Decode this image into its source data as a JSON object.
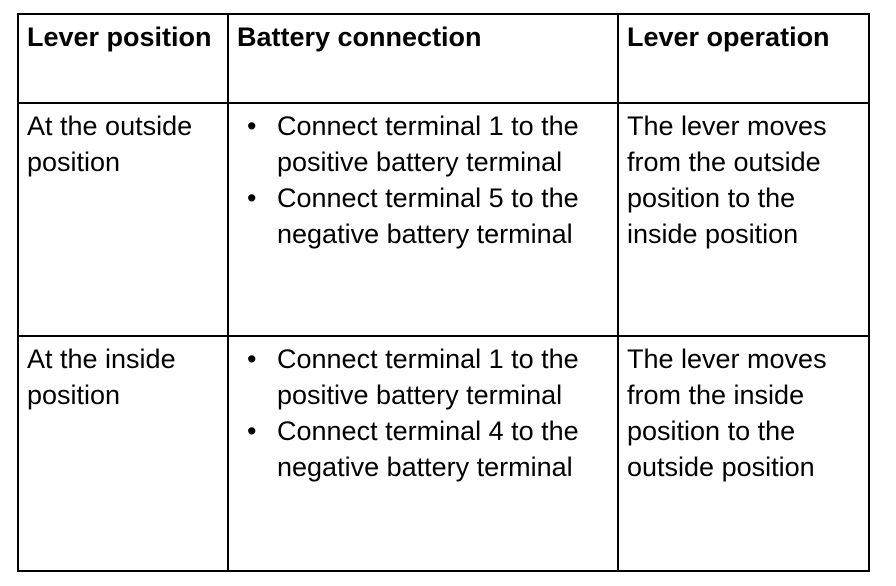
{
  "table": {
    "headers": [
      "Lever position",
      "Battery connection",
      "Lever operation"
    ],
    "rows": [
      {
        "lever_position": "At the outside position",
        "battery_connection": [
          "Connect terminal 1 to the positive battery terminal",
          "Connect terminal 5 to the negative battery terminal"
        ],
        "lever_operation": "The lever moves from the outside position to the inside position"
      },
      {
        "lever_position": "At the inside position",
        "battery_connection": [
          "Connect terminal 1 to the positive battery terminal",
          "Connect terminal 4 to the negative battery terminal"
        ],
        "lever_operation": "The lever moves from the inside position to the outside position"
      }
    ]
  }
}
